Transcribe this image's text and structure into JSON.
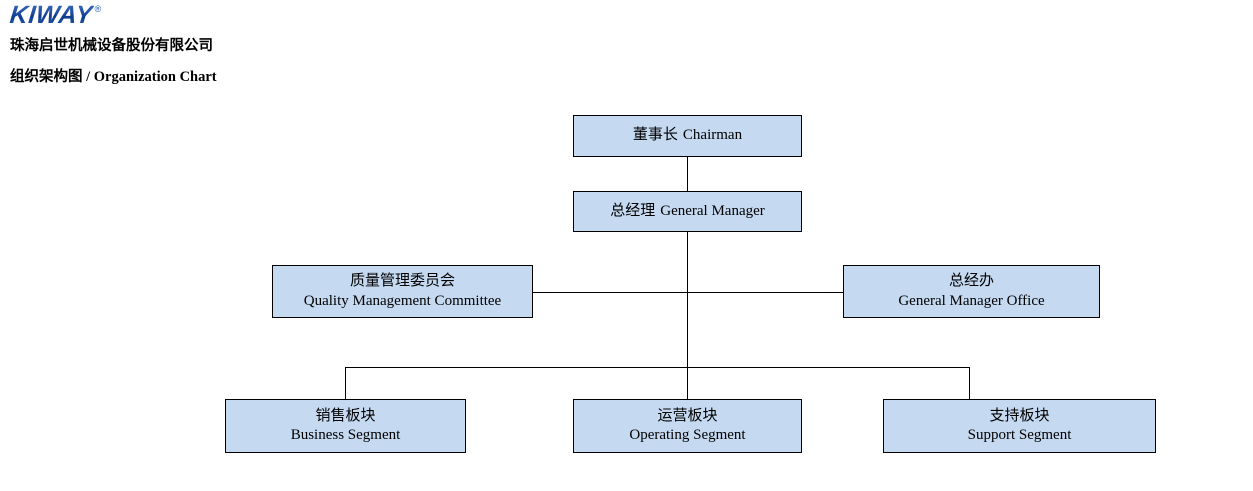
{
  "header": {
    "logo_text": "KIWAY",
    "logo_tm": "®",
    "company_name": "珠海启世机械设备股份有限公司",
    "chart_title": "组织架构图 / Organization Chart"
  },
  "colors": {
    "node_fill": "#c5d9f1",
    "node_border": "#000000",
    "logo_blue": "#1d4a9e",
    "text": "#000000"
  },
  "chart_data": {
    "type": "diagram",
    "subtype": "organization-chart",
    "title": "组织架构图 / Organization Chart",
    "orientation": "top-down",
    "nodes": [
      {
        "id": "chairman",
        "cn": "董事长",
        "en": "Chairman",
        "level": 0,
        "layout": "single-line"
      },
      {
        "id": "general-manager",
        "cn": "总经理",
        "en": "General Manager",
        "level": 1,
        "layout": "single-line"
      },
      {
        "id": "quality-management-committee",
        "cn": "质量管理委员会",
        "en": "Quality Management Committee",
        "level": 2,
        "layout": "two-line",
        "side": "left"
      },
      {
        "id": "general-manager-office",
        "cn": "总经办",
        "en": "General Manager Office",
        "level": 2,
        "layout": "two-line",
        "side": "right"
      },
      {
        "id": "business-segment",
        "cn": "销售板块",
        "en": "Business Segment",
        "level": 3,
        "layout": "two-line"
      },
      {
        "id": "operating-segment",
        "cn": "运营板块",
        "en": "Operating Segment",
        "level": 3,
        "layout": "two-line"
      },
      {
        "id": "support-segment",
        "cn": "支持板块",
        "en": "Support Segment",
        "level": 3,
        "layout": "two-line"
      }
    ],
    "edges": [
      {
        "from": "chairman",
        "to": "general-manager",
        "style": "straight-vertical"
      },
      {
        "from": "general-manager",
        "to": "quality-management-committee",
        "style": "side-horizontal"
      },
      {
        "from": "general-manager",
        "to": "general-manager-office",
        "style": "side-horizontal"
      },
      {
        "from": "general-manager",
        "to": "business-segment",
        "style": "elbow"
      },
      {
        "from": "general-manager",
        "to": "operating-segment",
        "style": "straight-vertical"
      },
      {
        "from": "general-manager",
        "to": "support-segment",
        "style": "elbow"
      }
    ]
  }
}
